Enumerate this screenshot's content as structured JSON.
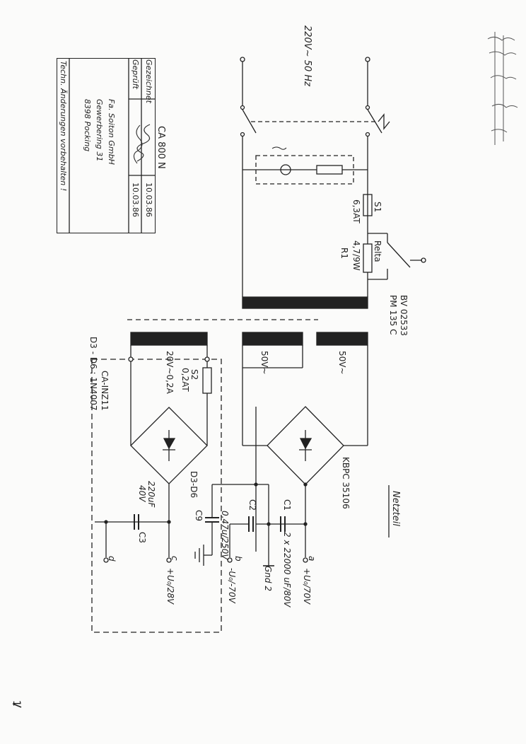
{
  "mains": {
    "label": "220V~ 50 Hz"
  },
  "fuse_s1": {
    "name": "S1",
    "rating": "6,3AT"
  },
  "relay": {
    "label": "Relta"
  },
  "resistor_r1": {
    "value": "4,7/9W",
    "name": "R1"
  },
  "transformer": {
    "part": "BV 02533",
    "type": "PM 135 C"
  },
  "secondaries": {
    "main_a": "50V~",
    "main_b": "50V~",
    "aux": "20V~0,2A"
  },
  "fuse_s2": {
    "name": "S2",
    "rating": "0,2AT"
  },
  "bridge_main": {
    "label": "KBPC 35106"
  },
  "bridge_aux": {
    "label": "D3-D6"
  },
  "module": {
    "name": "CA-INZ11",
    "diodes": "D3 - D6 : 1N4007"
  },
  "capacitors": {
    "c1": "C1",
    "c2": "C2",
    "c1c2_value": "2 x 22000 uF/80V",
    "c9": "C9",
    "c9_value": "0,47u/250V",
    "c3": "C3",
    "c3_value_a": "220uF",
    "c3_value_b": "40V"
  },
  "outputs": {
    "a_letter": "a",
    "a_label": "+U₀/70V",
    "gnd_label": "Gnd 2",
    "b_letter": "b",
    "b_label": "-U₀/-70V",
    "c_letter": "c",
    "c_label": "+U₀/28V",
    "d_letter": "d"
  },
  "section_title": "Netzteil",
  "title_block": {
    "drawing": "CA 800 N",
    "drawn_label": "Gezeichnet",
    "drawn_date": "10.03.86",
    "checked_label": "Geprüft",
    "checked_date": "10.03.86",
    "company_1": "Fa. Soiton GmbH",
    "company_2": "Gewerbering 31",
    "company_3": "8398 Pocking",
    "note": "Techn. Änderungen vorbehalten !"
  },
  "page_number": "1"
}
